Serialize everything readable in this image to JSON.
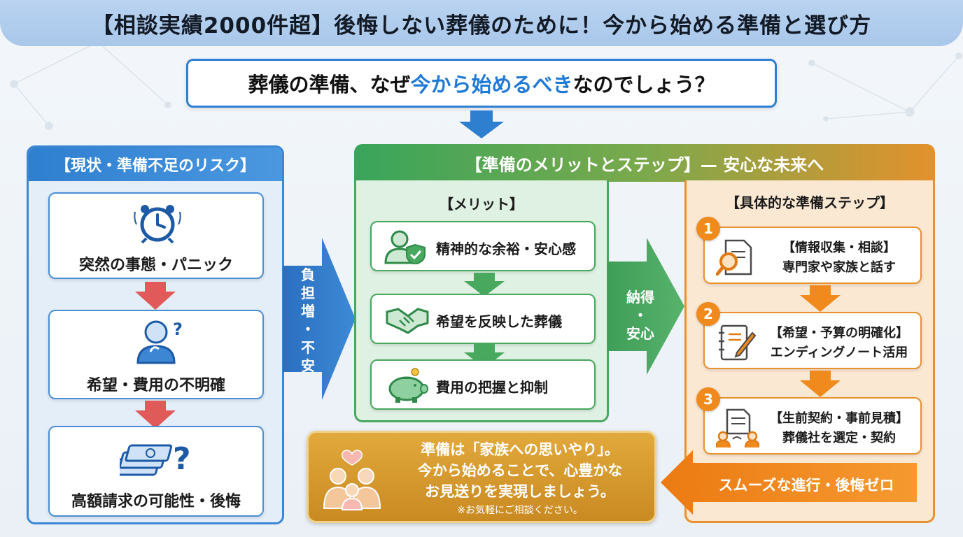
{
  "title": "【相談実績2000件超】後悔しない葬儀のために！今から始める準備と選び方",
  "question": {
    "before": "葬儀の準備、なぜ",
    "highlight": "今から始めるべき",
    "after": "なのでしょう？"
  },
  "risk": {
    "header": "【現状・準備不足のリスク】",
    "items": [
      {
        "label": "突然の事態・パニック",
        "icon": "alarm-clock-icon"
      },
      {
        "label": "希望・費用の不明確",
        "icon": "confused-person-icon"
      },
      {
        "label": "高額請求の可能性・後悔",
        "icon": "money-question-icon"
      }
    ]
  },
  "arrow_left": {
    "lines": [
      "負",
      "担",
      "増",
      "・",
      "不",
      "安"
    ]
  },
  "steps_header": "【準備のメリットとステップ】— 安心な未来へ",
  "merit": {
    "title": "【メリット】",
    "items": [
      {
        "label": "精神的な余裕・安心感",
        "icon": "person-shield-icon"
      },
      {
        "label": "希望を反映した葬儀",
        "icon": "handshake-icon"
      },
      {
        "label": "費用の把握と抑制",
        "icon": "piggy-bank-icon"
      }
    ]
  },
  "arrow_mid": {
    "lines": [
      "納得",
      "・",
      "安心"
    ]
  },
  "step": {
    "title": "【具体的な準備ステップ】",
    "items": [
      {
        "num": "1",
        "line1": "【情報収集・相談】",
        "line2": "専門家や家族と話す",
        "icon": "document-search-icon"
      },
      {
        "num": "2",
        "line1": "【希望・予算の明確化】",
        "line2": "エンディングノート活用",
        "icon": "notebook-pen-icon"
      },
      {
        "num": "3",
        "line1": "【生前契約・事前見積】",
        "line2": "葬儀社を選定・契約",
        "icon": "contract-icon"
      }
    ]
  },
  "result_arrow": "スムーズな進行・後悔ゼロ",
  "message": {
    "lines": [
      "準備は「家族への思いやり」。",
      "今から始めることで、心豊かな",
      "お見送りを実現しましょう。"
    ],
    "note": "※お気軽にご相談ください。",
    "icon": "family-heart-icon"
  },
  "colors": {
    "blue": "#2f7fd0",
    "green": "#47a85e",
    "orange": "#e8912e",
    "red_arrow": "#e05a5a"
  }
}
